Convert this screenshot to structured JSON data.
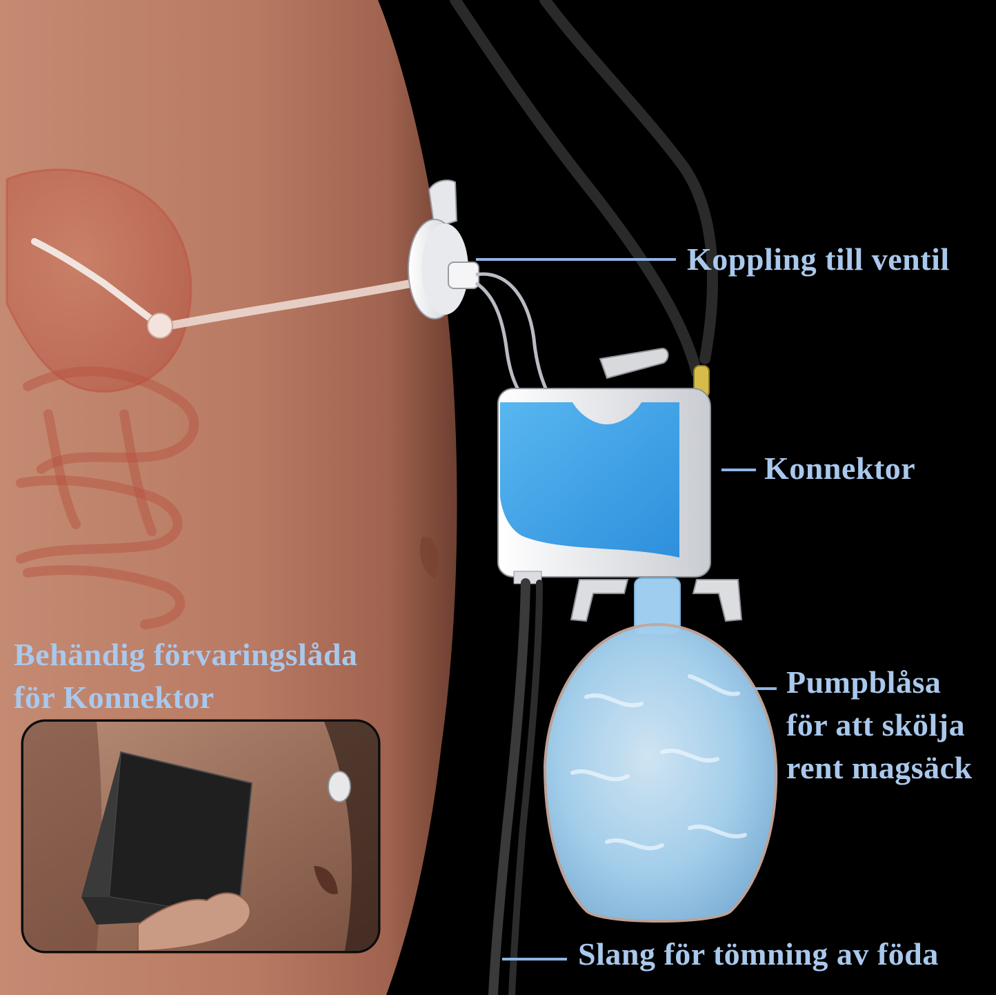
{
  "labels": {
    "coupling": "Koppling till ventil",
    "connector": "Konnektor",
    "pump_bulb": {
      "line1": "Pumpblåsa",
      "line2": "för att skölja",
      "line3": "rent magsäck"
    },
    "drain_tube": "Slang för tömning av föda",
    "storage_box": {
      "line1": "Behändig förvaringslåda",
      "line2": "för Konnektor"
    }
  },
  "colors": {
    "background": "#000000",
    "skin": "#b87a64",
    "label_text": "#a9c8ec",
    "leader_line": "#8fb6e4",
    "connector_blue": "#3ca0e6",
    "bulb_fluid": "#a8d4f2"
  }
}
